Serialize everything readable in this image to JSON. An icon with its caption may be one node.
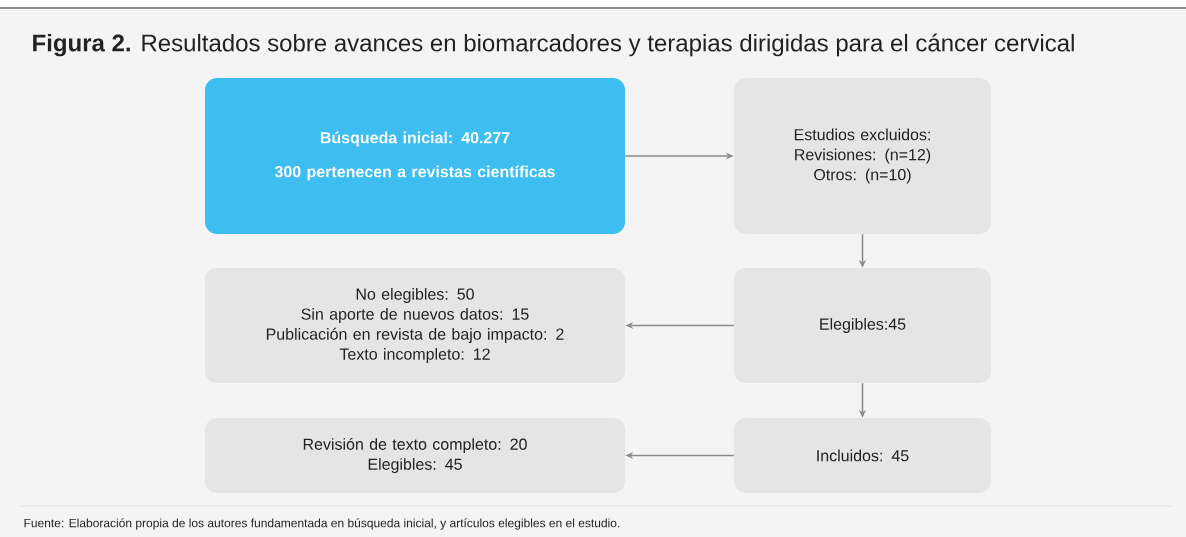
{
  "diagram": {
    "title": "**Figura 2.** Resultados sobre avances en biomarcadores y terapias dirigidas para el cáncer cervical",
    "caption": "Fuente: Elaboración propia de los autores fundamentada en búsqueda inicial, y artículos elegibles en el estudio.",
    "nodes": [
      {
        "text": [
          "Búsqueda inicial: 40.277",
          "300 pertenecen a revistas científicas"
        ]
      },
      {
        "text": [
          "Estudios excluidos:",
          "Revisiones: (n=12)",
          "Otros: (n=10)"
        ]
      },
      {
        "text": [
          "No elegibles: 50",
          "Sin aporte de nuevos datos: 15",
          "Publicación en revista de bajo impacto: 2",
          "Texto incompleto: 12"
        ]
      },
      {
        "text": [
          "Elegibles:45"
        ]
      },
      {
        "text": [
          "Revisión de texto completo: 20",
          "Elegibles: 45"
        ]
      },
      {
        "text": [
          "Incluidos: 45"
        ]
      }
    ],
    "edges": [
      {
        "from": 0,
        "to": 1,
        "arrow": "to"
      },
      {
        "from": 1,
        "to": 3,
        "arrow": "to"
      },
      {
        "from": 3,
        "to": 2,
        "arrow": "to"
      },
      {
        "from": 3,
        "to": 5,
        "arrow": "to"
      },
      {
        "from": 5,
        "to": 4,
        "arrow": "to"
      }
    ]
  }
}
